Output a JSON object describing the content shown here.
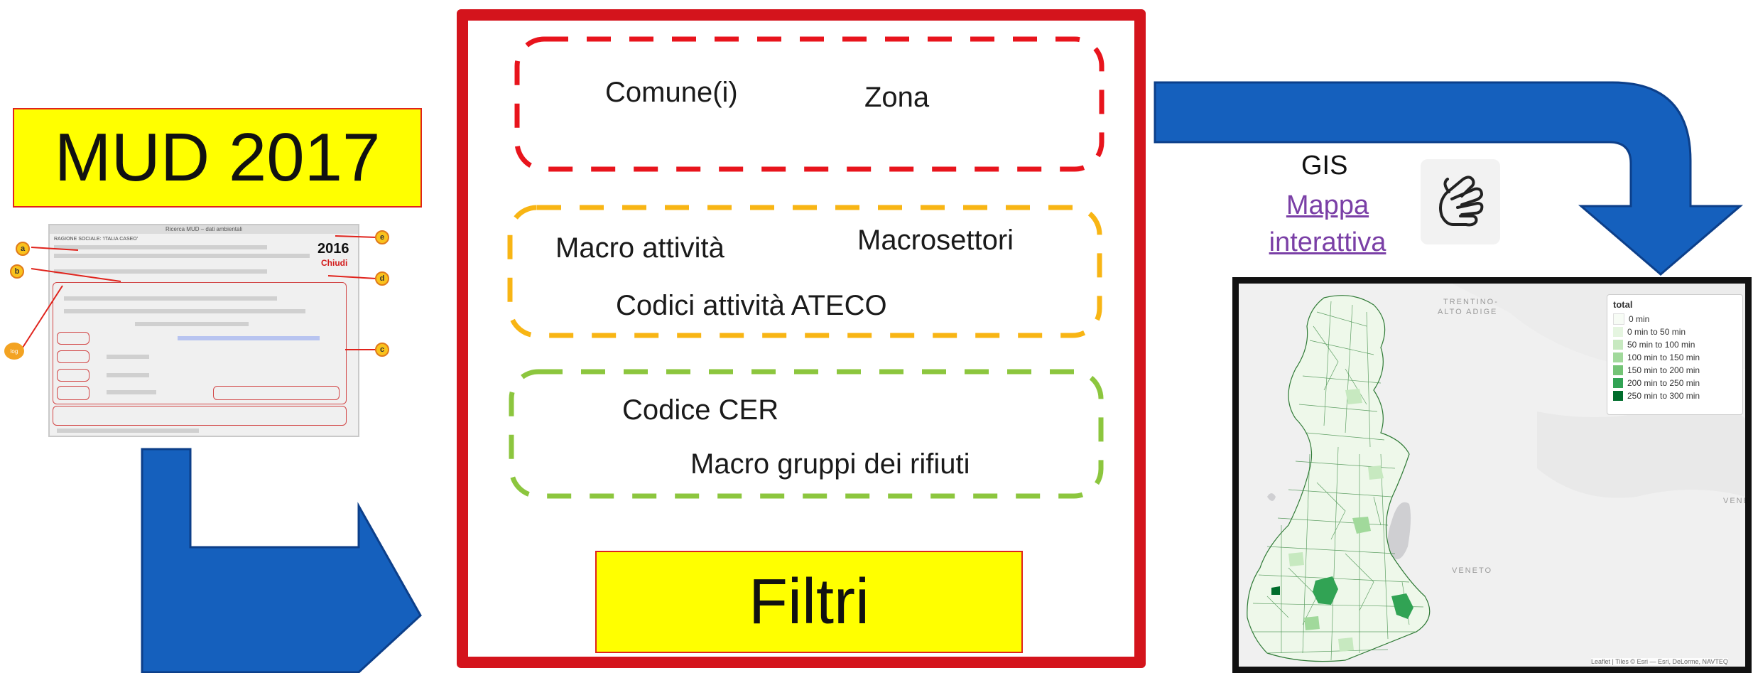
{
  "mud": {
    "label": "MUD 2017",
    "form": {
      "window_title": "Ricerca MUD – dati ambientali",
      "year": "2016",
      "close": "Chiudi",
      "header_line": "RAGIONE SOCIALE: 'ITALIA CASEO'",
      "badges": [
        "a",
        "b",
        "c",
        "d",
        "e"
      ],
      "tag": "log"
    }
  },
  "filters": {
    "label": "Filtri",
    "groups": [
      {
        "color": "#e8141c",
        "items": [
          "Comune(i)",
          "Zona"
        ]
      },
      {
        "color": "#f8b514",
        "items": [
          "Macro attività",
          "Macrosettori",
          "Codici attività ATECO"
        ]
      },
      {
        "color": "#8cc63e",
        "items": [
          "Codice CER",
          "Macro gruppi dei rifiuti"
        ]
      }
    ]
  },
  "gis": {
    "title": "GIS",
    "link_text": "Mappa interattiva",
    "hand_icon": "pointing-hand-icon"
  },
  "map": {
    "region_labels": [
      "TRENTINO-",
      "ALTO ADIGE",
      "VENETO",
      "VENE"
    ],
    "legend": {
      "title": "total",
      "items": [
        {
          "label": "0 min",
          "color": "#f7fcf5"
        },
        {
          "label": "0 min to 50 min",
          "color": "#e5f5e0"
        },
        {
          "label": "50 min to 100 min",
          "color": "#c7e9c0"
        },
        {
          "label": "100 min to 150 min",
          "color": "#a1d99b"
        },
        {
          "label": "150 min to 200 min",
          "color": "#74c476"
        },
        {
          "label": "200 min to 250 min",
          "color": "#31a354"
        },
        {
          "label": "250 min to 300 min",
          "color": "#006d2c"
        }
      ]
    },
    "attribution": "Leaflet | Tiles © Esri — Esri, DeLorme, NAVTEQ"
  },
  "colors": {
    "arrow_blue": "#1560bd",
    "panel_red": "#d4141c",
    "label_yellow": "#ffff00"
  }
}
